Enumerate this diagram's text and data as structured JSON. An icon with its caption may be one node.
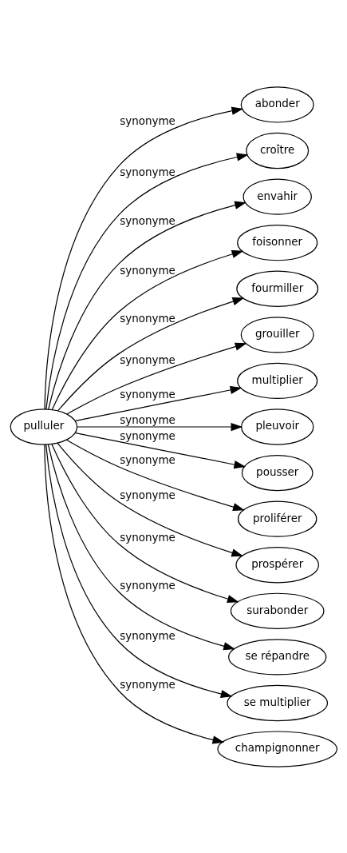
{
  "diagram": {
    "nodes": [
      {
        "text": [
          "pulluler"
        ]
      },
      {
        "text": [
          "abonder"
        ]
      },
      {
        "text": [
          "croître"
        ]
      },
      {
        "text": [
          "envahir"
        ]
      },
      {
        "text": [
          "foisonner"
        ]
      },
      {
        "text": [
          "fourmiller"
        ]
      },
      {
        "text": [
          "grouiller"
        ]
      },
      {
        "text": [
          "multiplier"
        ]
      },
      {
        "text": [
          "pleuvoir"
        ]
      },
      {
        "text": [
          "pousser"
        ]
      },
      {
        "text": [
          "proliférer"
        ]
      },
      {
        "text": [
          "prospérer"
        ]
      },
      {
        "text": [
          "surabonder"
        ]
      },
      {
        "text": [
          "se répandre"
        ]
      },
      {
        "text": [
          "se multiplier"
        ]
      },
      {
        "text": [
          "champignonner"
        ]
      }
    ],
    "edges": [
      {
        "from": 0,
        "to": 1,
        "arrow": "to",
        "label": "synonyme"
      },
      {
        "from": 0,
        "to": 2,
        "arrow": "to",
        "label": "synonyme"
      },
      {
        "from": 0,
        "to": 3,
        "arrow": "to",
        "label": "synonyme"
      },
      {
        "from": 0,
        "to": 4,
        "arrow": "to",
        "label": "synonyme"
      },
      {
        "from": 0,
        "to": 5,
        "arrow": "to",
        "label": "synonyme"
      },
      {
        "from": 0,
        "to": 6,
        "arrow": "to",
        "label": "synonyme"
      },
      {
        "from": 0,
        "to": 7,
        "arrow": "to",
        "label": "synonyme"
      },
      {
        "from": 0,
        "to": 8,
        "arrow": "to",
        "label": "synonyme"
      },
      {
        "from": 0,
        "to": 9,
        "arrow": "to",
        "label": "synonyme"
      },
      {
        "from": 0,
        "to": 10,
        "arrow": "to",
        "label": "synonyme"
      },
      {
        "from": 0,
        "to": 11,
        "arrow": "to",
        "label": "synonyme"
      },
      {
        "from": 0,
        "to": 12,
        "arrow": "to",
        "label": "synonyme"
      },
      {
        "from": 0,
        "to": 13,
        "arrow": "to",
        "label": "synonyme"
      },
      {
        "from": 0,
        "to": 14,
        "arrow": "to",
        "label": "synonyme"
      },
      {
        "from": 0,
        "to": 15,
        "arrow": "to",
        "label": "synonyme"
      }
    ]
  }
}
